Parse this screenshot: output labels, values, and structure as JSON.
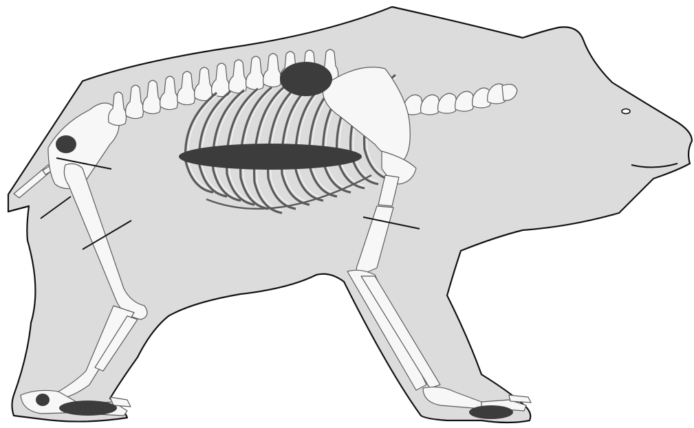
{
  "figure": {
    "subject": "bear-skeleton-diagram",
    "colors": {
      "silhouette_fill": "#dcdcdc",
      "silhouette_stroke": "#111111",
      "bone_fill": "#f7f7f7",
      "bone_stroke": "#5a5a5a",
      "marker_fill": "#3c3c3c",
      "leader_line": "#111111"
    },
    "markers": [
      {
        "id": "pelvis-marker"
      },
      {
        "id": "spine-shoulder-marker"
      },
      {
        "id": "thorax-marker"
      },
      {
        "id": "hind-ankle-marker"
      },
      {
        "id": "hind-foot-marker"
      },
      {
        "id": "front-foot-marker"
      }
    ],
    "leader_lines": [
      {
        "id": "hip-leader"
      },
      {
        "id": "tail-leader"
      },
      {
        "id": "thigh-leader"
      },
      {
        "id": "foreleg-leader"
      }
    ]
  }
}
